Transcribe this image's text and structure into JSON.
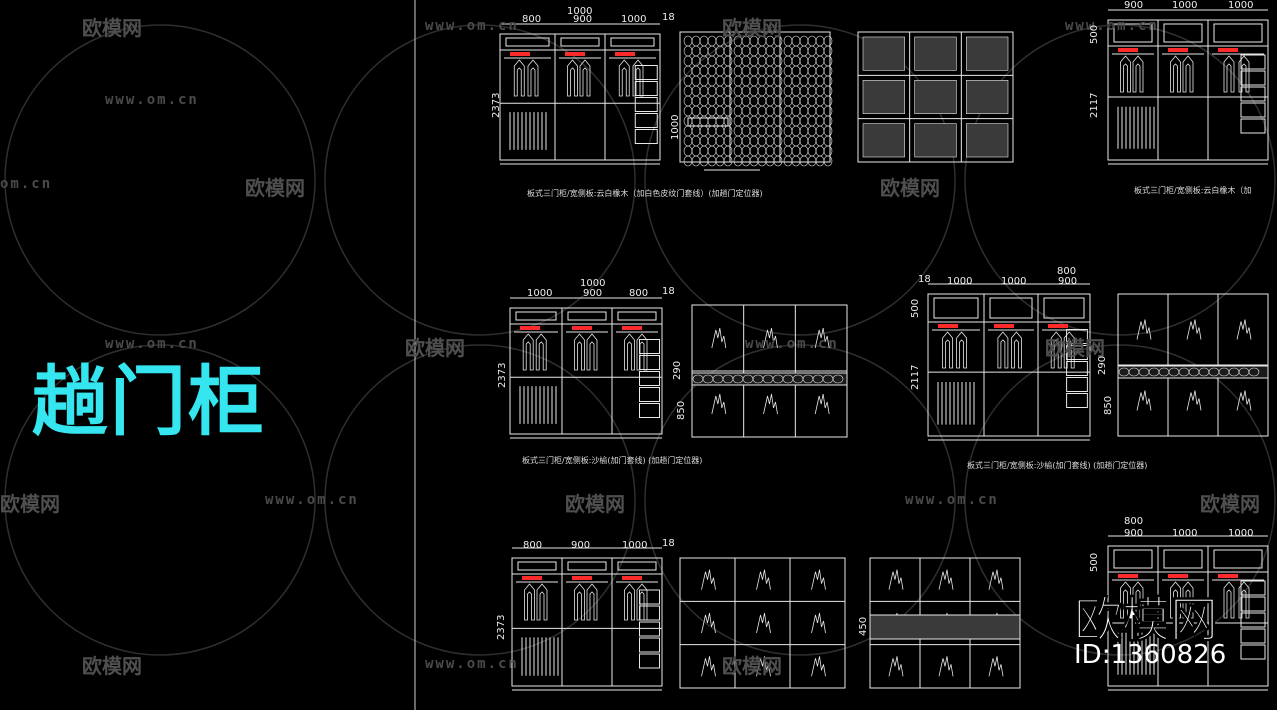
{
  "sheet_title": "趟门柜",
  "colors": {
    "background": "#000000",
    "title": "#35e6f0",
    "lines": "#e8e8e8",
    "highlight": "#ff2a2a",
    "watermark": "#4f4f4f"
  },
  "watermark": {
    "url": "www.om.cn",
    "url_partial": "om.cn",
    "logo_text": "欧模网",
    "logo_partial": "欧模网"
  },
  "brand": {
    "logo_text": "欧模网",
    "id_text": "ID:1360826"
  },
  "drawings": [
    {
      "widths": [
        "800",
        "900",
        "1000"
      ],
      "total_label": "1000",
      "edge": "18",
      "height": "2373",
      "caption": "板式三门柜/宽侧板:云白橡木（加白色皮纹门套线）(加趟门定位器)"
    },
    {
      "widths": [
        "900",
        "1000",
        "1000"
      ],
      "total_label": "",
      "edge": "",
      "height": "2117",
      "top": "500",
      "caption": "板式三门柜/宽侧板:云白橡木（加"
    },
    {
      "widths": [
        "1000",
        "900",
        "800"
      ],
      "total_label": "1000",
      "edge": "18",
      "height": "2373",
      "caption": "板式三门柜/宽侧板:沙榆(加门套线) (加趟门定位器)"
    },
    {
      "widths": [
        "1000",
        "1000",
        "900"
      ],
      "total_label": "800",
      "edge": "18",
      "height": "2117",
      "top": "500",
      "caption": "板式三门柜/宽侧板:沙榆(加门套线) (加趟门定位器)"
    },
    {
      "widths": [
        "800",
        "900",
        "1000"
      ],
      "total_label": "",
      "edge": "18",
      "height": "2373",
      "caption": ""
    },
    {
      "widths": [
        "900",
        "1000",
        "1000"
      ],
      "total_label": "800",
      "edge": "",
      "height": "",
      "top": "500",
      "caption": ""
    }
  ],
  "door_dims": {
    "d1": "1000",
    "d2": "290",
    "d3": "850",
    "d4": "450"
  }
}
